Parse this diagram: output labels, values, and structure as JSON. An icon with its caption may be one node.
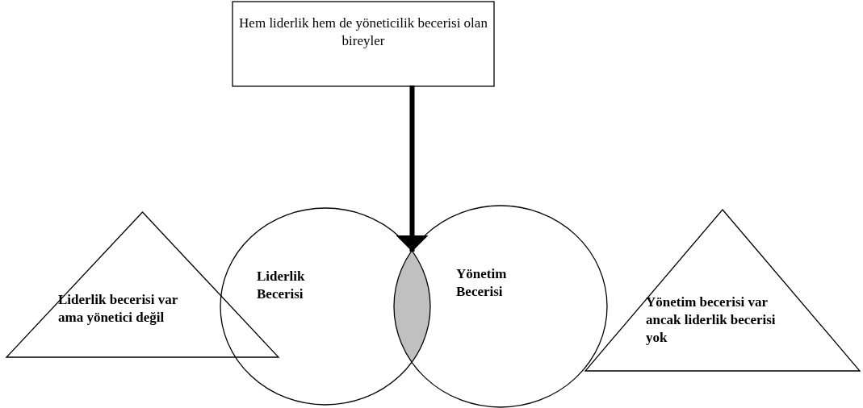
{
  "diagram": {
    "nodes": [
      {
        "text": [
          "Hem liderlik hem de yöneticilik becerisi olan bireyler"
        ]
      },
      {
        "text": [
          "Liderlik becerisi var ama yönetici değil"
        ]
      },
      {
        "text": [
          "Liderlik Becerisi"
        ]
      },
      {
        "text": [
          "Yönetim Becerisi"
        ]
      },
      {
        "text": [
          "Yönetim becerisi var ancak liderlik becerisi yok"
        ]
      },
      {
        "text": [],
        "shape": "lens"
      }
    ],
    "edges": [
      {
        "from": 0,
        "to": 5,
        "arrow": "to"
      }
    ]
  }
}
